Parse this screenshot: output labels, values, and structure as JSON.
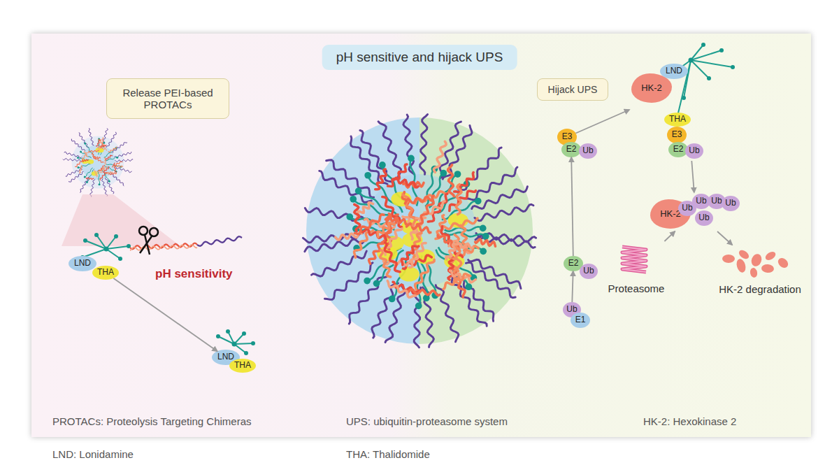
{
  "diagram": {
    "title": "pH sensitive and hijack UPS",
    "nodes": [
      {
        "text": [
          "Release PEI-based PROTACs"
        ]
      },
      {
        "text": [
          "Hijack UPS"
        ]
      },
      {
        "text": [
          "LND"
        ]
      },
      {
        "text": [
          "THA"
        ]
      },
      {
        "text": [
          "LND"
        ]
      },
      {
        "text": [
          "THA"
        ]
      },
      {
        "text": [
          "E3"
        ]
      },
      {
        "text": [
          "E2"
        ]
      },
      {
        "text": [
          "Ub"
        ]
      },
      {
        "text": [
          "E2"
        ]
      },
      {
        "text": [
          "Ub"
        ]
      },
      {
        "text": [
          "Ub"
        ]
      },
      {
        "text": [
          "E1"
        ]
      },
      {
        "text": [
          "HK-2"
        ]
      },
      {
        "text": [
          "LND"
        ],
        "in": 13
      },
      {
        "text": [
          "THA"
        ],
        "in": 13
      },
      {
        "text": [
          "E3"
        ],
        "in": 13
      },
      {
        "text": [
          "E2"
        ],
        "in": 13
      },
      {
        "text": [
          "Ub"
        ],
        "in": 13
      },
      {
        "text": [
          "HK-2"
        ]
      },
      {
        "text": [
          "Ub"
        ],
        "in": 19
      },
      {
        "text": [
          "Ub"
        ],
        "in": 19
      },
      {
        "text": [
          "Ub"
        ],
        "in": 19
      },
      {
        "text": [
          "Ub"
        ],
        "in": 19
      },
      {
        "text": [
          "Ub"
        ],
        "in": 19
      },
      {
        "text": [
          "Proteasome"
        ]
      },
      {
        "text": [
          "HK-2 degradation"
        ]
      }
    ],
    "edges": [
      {
        "from": 3,
        "to": 4,
        "arrow": "to"
      },
      {
        "from": 11,
        "to": 9,
        "arrow": "to"
      },
      {
        "from": 9,
        "to": 7,
        "arrow": "to"
      },
      {
        "from": 6,
        "to": 13,
        "arrow": "to"
      },
      {
        "from": 13,
        "to": 19,
        "arrow": "to"
      },
      {
        "from": 25,
        "to": 19,
        "arrow": "to"
      },
      {
        "from": 19,
        "to": 26,
        "arrow": "to"
      }
    ],
    "labels": [
      "pH sensitivity",
      "PROTACs: Proteolysis Targeting Chimeras",
      "UPS: ubiquitin-proteasome system",
      "HK-2: Hexokinase 2",
      "LND: Lonidamine",
      "THA: Thalidomide"
    ]
  }
}
